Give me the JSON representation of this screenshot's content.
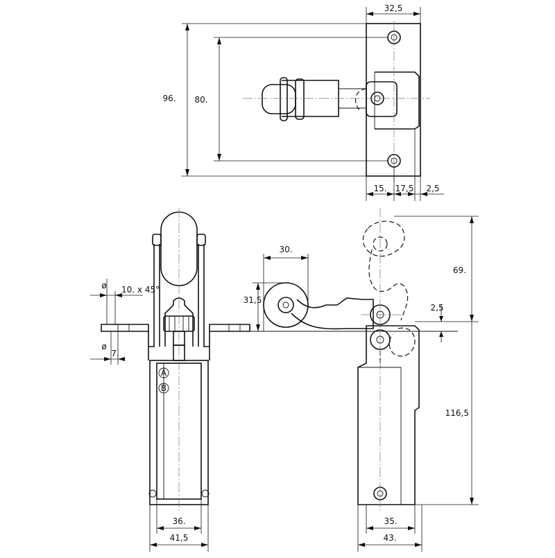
{
  "dimensions": {
    "top_width": "32,5",
    "top_height_outer": "96.",
    "top_height_inner": "80.",
    "top_offset_1": "15.",
    "top_offset_2": "17,5",
    "top_offset_3": "2,5",
    "roller_width": "30.",
    "roller_height": "31,5",
    "lever_swing": "69.",
    "lever_offset": "2,5",
    "body_height": "116,5",
    "front_inner_width": "36.",
    "front_outer_width": "41,5",
    "side_inner_width": "35.",
    "side_outer_width": "43.",
    "chamfer": "10. x 45°",
    "hole": "7.",
    "diameter_symbol": "ø"
  },
  "markers": {
    "a": "A",
    "b": "B"
  }
}
